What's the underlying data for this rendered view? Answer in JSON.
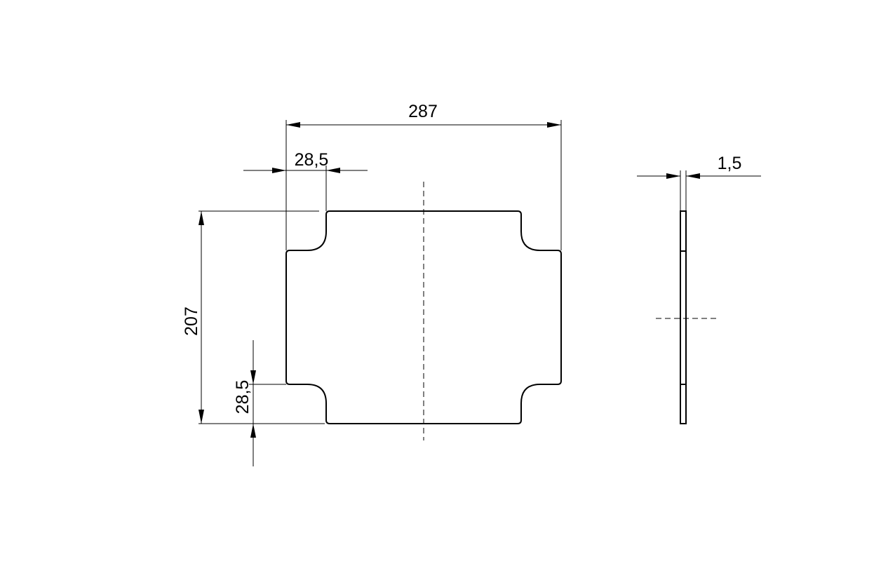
{
  "dimensions": {
    "width": "287",
    "height": "207",
    "corner_notch_horizontal": "28,5",
    "corner_notch_vertical": "28,5",
    "thickness": "1,5"
  },
  "colors": {
    "line": "#000000",
    "background": "#ffffff"
  }
}
